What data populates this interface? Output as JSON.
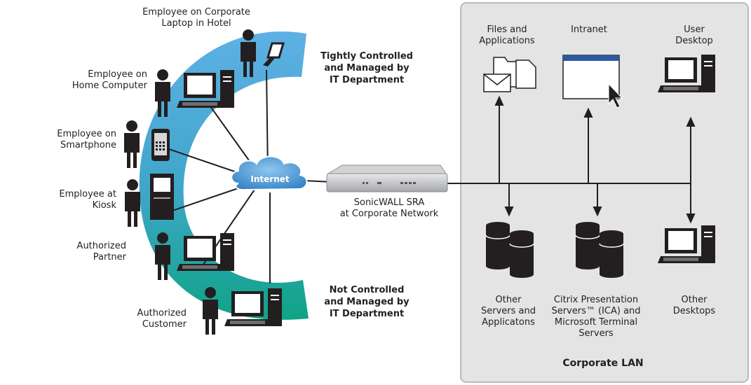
{
  "remote_users": [
    {
      "id": "hotel",
      "label": "Employee on Corporate\nLaptop in Hotel"
    },
    {
      "id": "home",
      "label": "Employee on\nHome Computer"
    },
    {
      "id": "smartphone",
      "label": "Employee on\nSmartphone"
    },
    {
      "id": "kiosk",
      "label": "Employee at\nKiosk"
    },
    {
      "id": "partner",
      "label": "Authorized\nPartner"
    },
    {
      "id": "customer",
      "label": "Authorized\nCustomer"
    }
  ],
  "zones": {
    "controlled": "Tightly Controlled\nand Managed by\nIT Department",
    "not_controlled": "Not Controlled\nand Managed by\nIT Department"
  },
  "internet": {
    "label": "Internet"
  },
  "gateway": {
    "label": "SonicWALL SRA\nat Corporate Network"
  },
  "lan": {
    "title": "Corporate LAN",
    "resources_top": [
      {
        "id": "files",
        "label": "Files and\nApplications",
        "icon": "files-envelope-icon"
      },
      {
        "id": "intranet",
        "label": "Intranet",
        "icon": "browser-window-icon"
      },
      {
        "id": "desktop",
        "label": "User\nDesktop",
        "icon": "desktop-computer-icon"
      }
    ],
    "resources_bottom": [
      {
        "id": "servers",
        "label": "Other\nServers and\nApplicatons",
        "icon": "server-stack-icon"
      },
      {
        "id": "citrix",
        "label": "Citrix Presentation\nServers™ (ICA) and\nMicrosoft Terminal\nServers",
        "icon": "server-stack-icon"
      },
      {
        "id": "other_desktops",
        "label": "Other\nDesktops",
        "icon": "desktop-computer-icon"
      }
    ]
  },
  "colors": {
    "arc_top": "#5aaee0",
    "arc_bottom": "#1aa58c",
    "lan_panel": "#e4e4e4",
    "lan_border": "#a7a9ac",
    "cloud": "#3d8fd1"
  }
}
